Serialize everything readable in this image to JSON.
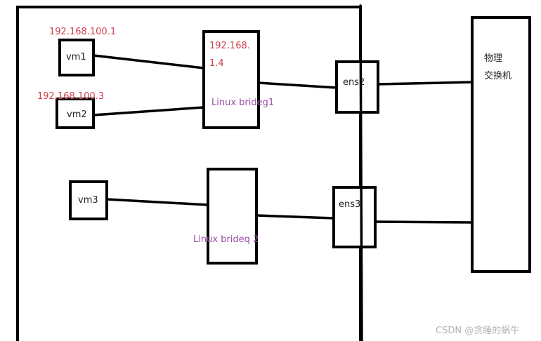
{
  "diagram": {
    "title": "Linux bridge network topology",
    "colors": {
      "ip": "#d0414f",
      "bridge": "#9b4fa7",
      "line": "#000000",
      "watermark": "#b4b4b4"
    },
    "host": {
      "label": ""
    },
    "vms": [
      {
        "id": "vm1",
        "label": "vm1",
        "ip": "192.168.100.1"
      },
      {
        "id": "vm2",
        "label": "vm2",
        "ip": "192.168.100.3"
      },
      {
        "id": "vm3",
        "label": "vm3",
        "ip": ""
      }
    ],
    "bridges": [
      {
        "id": "br1",
        "label": "Linux brideg1",
        "ip_line1": "192.168.",
        "ip_line2": "1.4"
      },
      {
        "id": "br2",
        "label": "Linux brideq 2"
      }
    ],
    "nics": [
      {
        "id": "ens2",
        "label": "ens2"
      },
      {
        "id": "ens3",
        "label": "ens3"
      }
    ],
    "switch": {
      "line1": "物理",
      "line2": "交换机"
    },
    "edges": [
      [
        "vm1",
        "br1"
      ],
      [
        "vm2",
        "br1"
      ],
      [
        "br1",
        "ens2"
      ],
      [
        "ens2",
        "switch"
      ],
      [
        "vm3",
        "br2"
      ],
      [
        "br2",
        "ens3"
      ],
      [
        "ens3",
        "switch"
      ]
    ],
    "watermark": "CSDN @贪睡的蜗牛"
  }
}
